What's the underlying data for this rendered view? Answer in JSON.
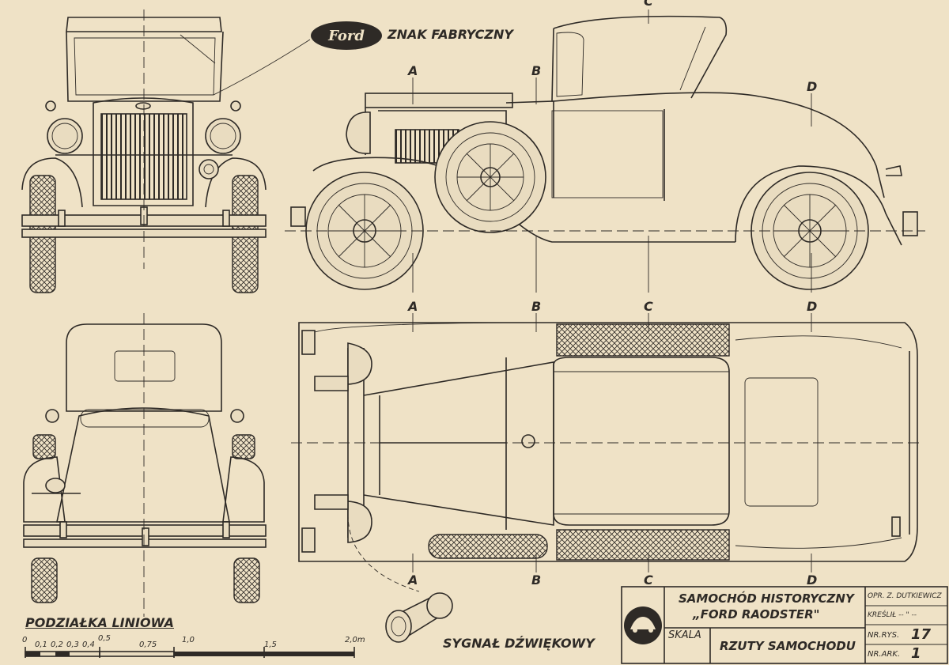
{
  "brand_badge": "Ford",
  "labels": {
    "factory_mark": "ZNAK FABRYCZNY",
    "scale_bar_title": "PODZIAŁKA LINIOWA",
    "horn_label": "SYGNAŁ DŹWIĘKOWY"
  },
  "section_markers": {
    "side": [
      "A",
      "B",
      "C",
      "D"
    ],
    "plan_top": [
      "A",
      "B",
      "C",
      "D"
    ],
    "plan_bottom": [
      "A",
      "B",
      "C",
      "D"
    ]
  },
  "scale_ticks": [
    "0",
    "0,1",
    "0,2",
    "0,3",
    "0,4",
    "0,5",
    "0,75",
    "1,0",
    "1,5",
    "2,0m"
  ],
  "title_block": {
    "line1": "SAMOCHÓD HISTORYCZNY",
    "line2": "„FORD RAODSTER\"",
    "scale_label": "SKALA",
    "subtitle": "RZUTY SAMOCHODU",
    "author": "OPR. Z. DUTKIEWICZ",
    "drawn_by": "KREŚLIŁ -- \" --",
    "drawing_no_label": "NR.RYS.",
    "drawing_no": "17",
    "sheet_no_label": "NR.ARK.",
    "sheet_no": "1"
  },
  "colors": {
    "paper": "#efe2c6",
    "ink": "#2e2a26"
  }
}
